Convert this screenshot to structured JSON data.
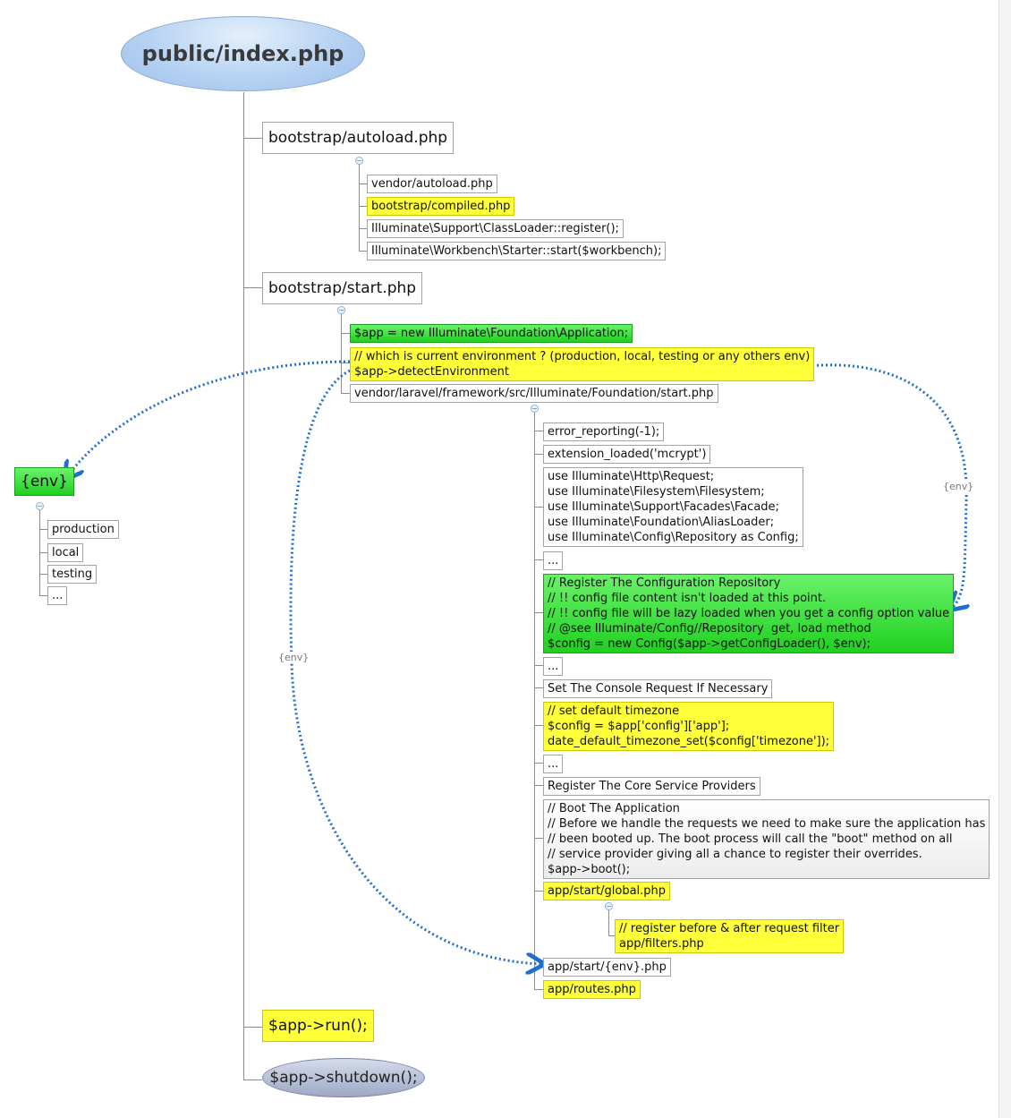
{
  "root": "public/index.php",
  "nodes": {
    "autoload": "bootstrap/autoload.php",
    "vendor_autoload": "vendor/autoload.php",
    "compiled": "bootstrap/compiled.php",
    "classloader": "Illuminate\\Support\\ClassLoader::register();",
    "workbench": "Illuminate\\Workbench\\Starter::start($workbench);",
    "start": "bootstrap/start.php",
    "app_new": "$app = new Illuminate\\Foundation\\Application;",
    "detect_env": "// which is current environment ? (production, local, testing or any others env)\n$app->detectEnvironment",
    "fw_start": "vendor/laravel/framework/src/Illuminate/Foundation/start.php",
    "error_reporting": "error_reporting(-1);",
    "ext_loaded": "extension_loaded('mcrypt')",
    "uses": "use Illuminate\\Http\\Request;\nuse Illuminate\\Filesystem\\Filesystem;\nuse Illuminate\\Support\\Facades\\Facade;\nuse Illuminate\\Foundation\\AliasLoader;\nuse Illuminate\\Config\\Repository as Config;",
    "dots1": "...",
    "config_repo": "// Register The Configuration Repository\n// !! config file content isn't loaded at this point.\n// !! config file will be lazy loaded when you get a config option value\n// @see Illuminate/Config//Repository  get, load method\n$config = new Config($app->getConfigLoader(), $env);",
    "dots2": "...",
    "console_req": "Set The Console Request If Necessary",
    "timezone": "// set default timezone\n$config = $app['config']['app'];\ndate_default_timezone_set($config['timezone']);",
    "dots3": "...",
    "core_providers": "Register The Core Service Providers",
    "boot": "// Boot The Application\n// Before we handle the requests we need to make sure the application has\n// been booted up. The boot process will call the \"boot\" method on all\n// service provider giving all a chance to register their overrides.\n$app->boot();",
    "global": "app/start/global.php",
    "filters": "// register before & after request filter\napp/filters.php",
    "env_start": "app/start/{env}.php",
    "routes": "app/routes.php",
    "run": "$app->run();",
    "shutdown": "$app->shutdown();",
    "env": "{env}",
    "env_production": "production",
    "env_local": "local",
    "env_testing": "testing",
    "env_more": "..."
  },
  "relationship_labels": {
    "right": "{env}",
    "left": "{env}"
  },
  "collapse_marker": "−",
  "colors": {
    "highlight_yellow": "#ffff3a",
    "highlight_green": "#20d020",
    "root_blue": "#b6d2f2",
    "relationship_line": "#1f6fcf"
  }
}
